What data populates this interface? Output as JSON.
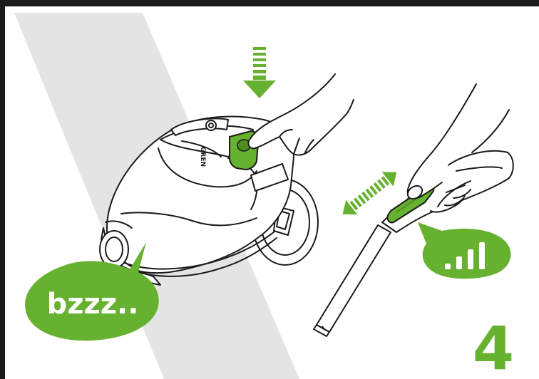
{
  "colors": {
    "accent": "#67b130",
    "accent_dark": "#4f8f21",
    "line": "#1a1a1a",
    "stripe": "#e4e4e4",
    "frame": "#1a1a1a"
  },
  "speech_bubble": {
    "text": "bzzz.."
  },
  "step": {
    "number": "4"
  },
  "brand_mark": {
    "text": "GREN"
  },
  "signal_bars": {
    "count": 4
  },
  "icons": [
    "arrow-down-icon",
    "double-arrow-icon",
    "signal-bars-icon"
  ]
}
